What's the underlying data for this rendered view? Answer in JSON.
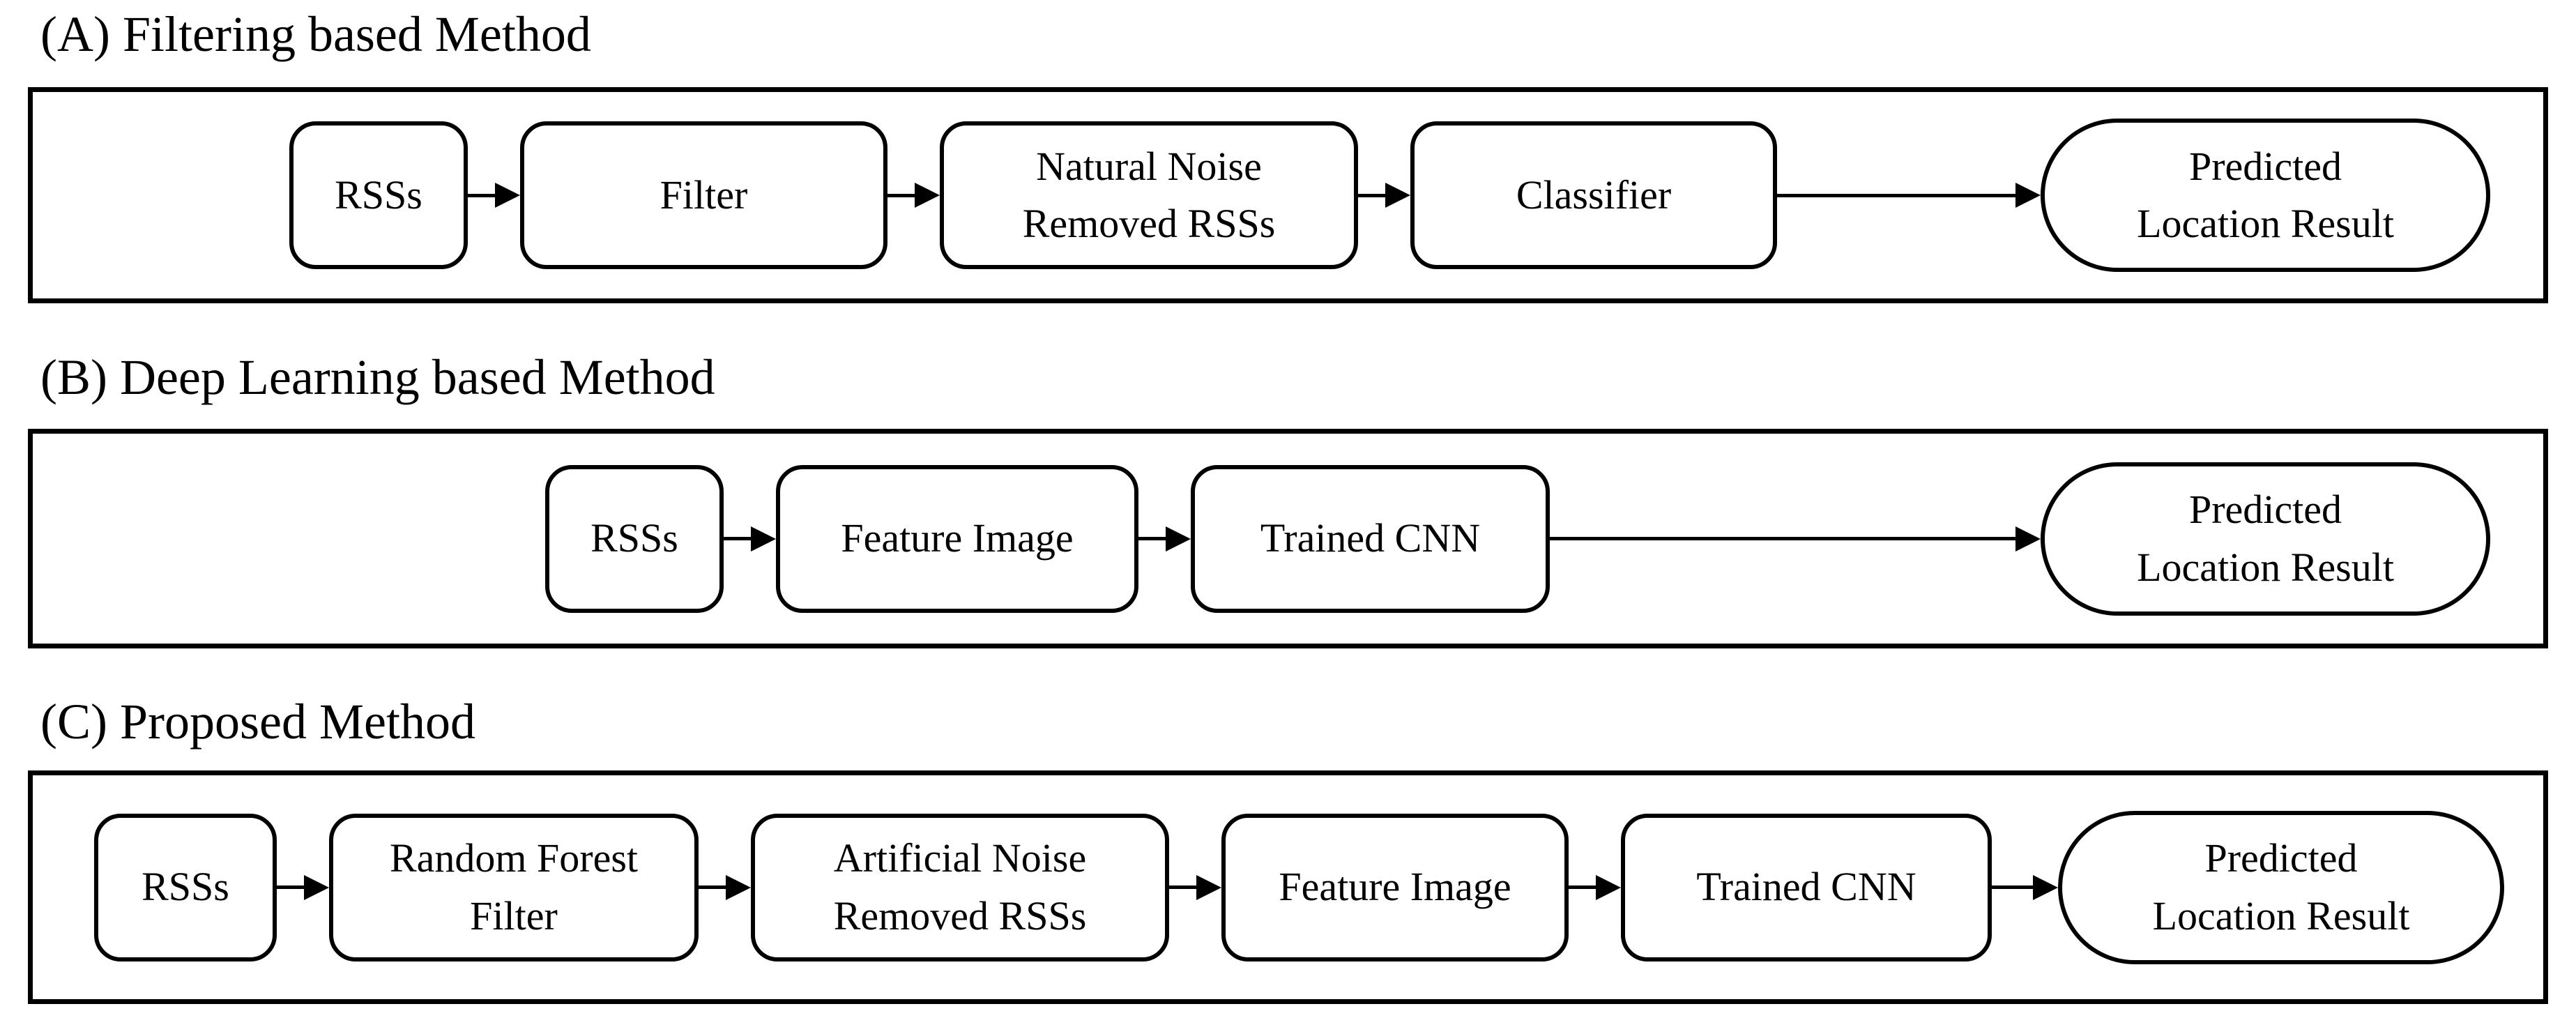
{
  "figure": {
    "colors": {
      "stroke": "#000000",
      "fill": "#ffffff"
    },
    "sections": [
      {
        "title": "(A) Filtering based Method",
        "nodes": [
          {
            "lines": [
              "RSSs"
            ]
          },
          {
            "lines": [
              "Filter"
            ]
          },
          {
            "lines": [
              "Natural Noise",
              "Removed RSSs"
            ]
          },
          {
            "lines": [
              "Classifier"
            ]
          },
          {
            "lines": [
              "Predicted",
              "Location Result"
            ]
          }
        ]
      },
      {
        "title": "(B) Deep Learning based Method",
        "nodes": [
          {
            "lines": [
              "RSSs"
            ]
          },
          {
            "lines": [
              "Feature Image"
            ]
          },
          {
            "lines": [
              "Trained CNN"
            ]
          },
          {
            "lines": [
              "Predicted",
              "Location Result"
            ]
          }
        ]
      },
      {
        "title": "(C) Proposed Method",
        "nodes": [
          {
            "lines": [
              "RSSs"
            ]
          },
          {
            "lines": [
              "Random Forest",
              "Filter"
            ]
          },
          {
            "lines": [
              "Artificial Noise",
              "Removed RSSs"
            ]
          },
          {
            "lines": [
              "Feature Image"
            ]
          },
          {
            "lines": [
              "Trained CNN"
            ]
          },
          {
            "lines": [
              "Predicted",
              "Location Result"
            ]
          }
        ]
      }
    ]
  }
}
